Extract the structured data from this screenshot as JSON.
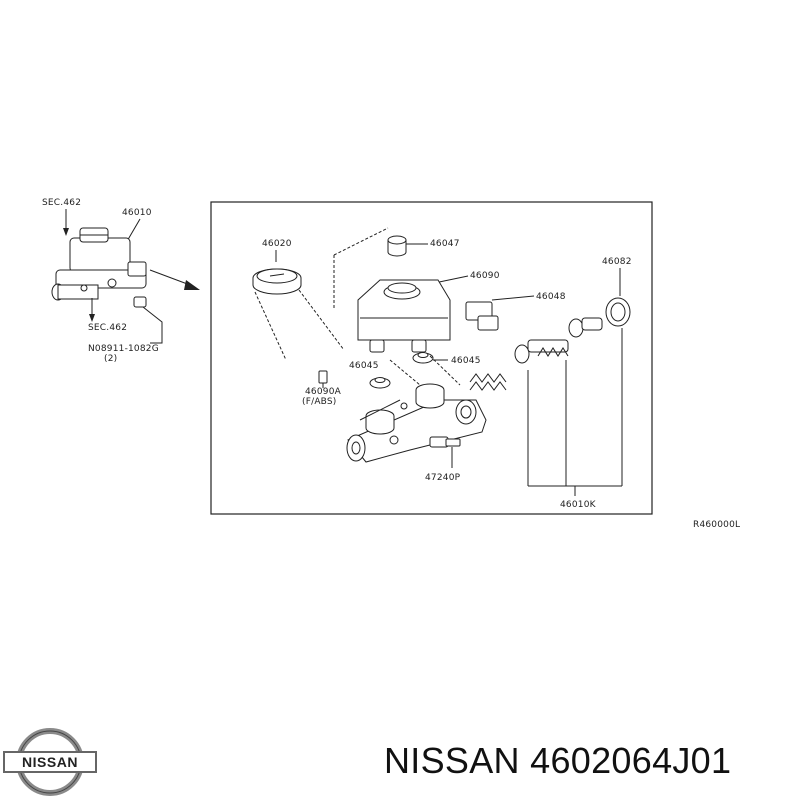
{
  "diagram": {
    "labels": {
      "sec_top": "SEC.462",
      "part_46010": "46010",
      "sec_bottom": "SEC.462",
      "part_08911": "N08911-1082G",
      "qty": "(2)",
      "part_46020": "46020",
      "part_46047": "46047",
      "part_46090": "46090",
      "part_46048": "46048",
      "part_46082": "46082",
      "part_46045_a": "46045",
      "part_46045_b": "46045",
      "part_46090A": "46090A",
      "abs_note": "(F/ABS)",
      "part_47240P": "47240P",
      "part_46010K": "46010K",
      "ref_code": "R460000L"
    }
  },
  "logo": {
    "text": "NISSAN"
  },
  "caption": {
    "text": "NISSAN 4602064J01"
  }
}
